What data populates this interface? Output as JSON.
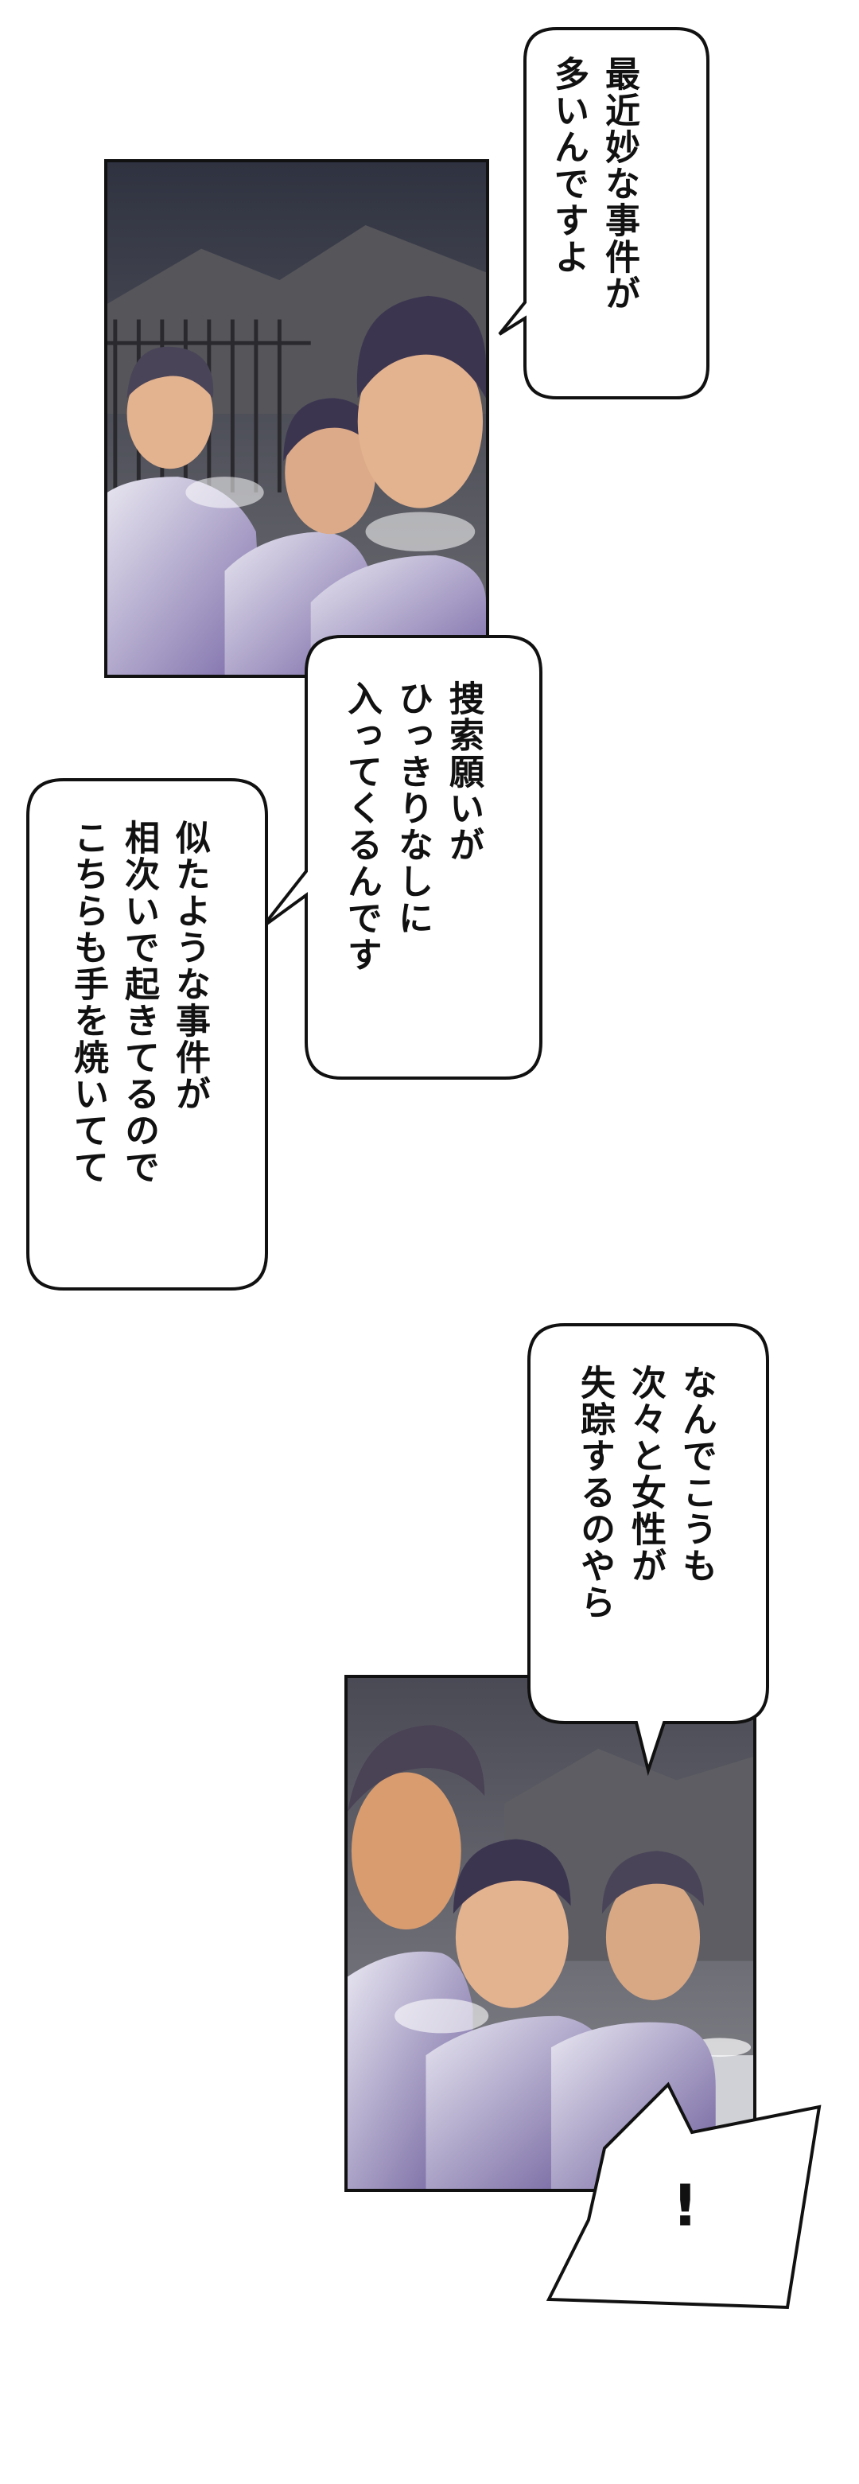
{
  "bubbles": {
    "b1": {
      "lines": [
        "最近妙な事件が",
        "多いんですよ"
      ]
    },
    "b2": {
      "lines": [
        "捜索願いが",
        "ひっきりなしに",
        "入ってくるんです"
      ]
    },
    "b3": {
      "lines": [
        "似たような事件が",
        "相次いで起きてるので",
        "こちらも手を焼いてて"
      ]
    },
    "b4": {
      "lines": [
        "なんでこうも",
        "次々と女性が",
        "失踪するのやら"
      ]
    },
    "b5": {
      "text": "!"
    }
  },
  "colors": {
    "sky_night": "#3a3d4a",
    "uniform": "#b9b4cf",
    "shadow": "#5b4f86",
    "skin": "#e3b28f",
    "hair": "#3c3550",
    "outline": "#111111"
  },
  "icons": {
    "panel1": "three-officers-night-scene",
    "panel2": "three-officers-looking-surprised"
  }
}
